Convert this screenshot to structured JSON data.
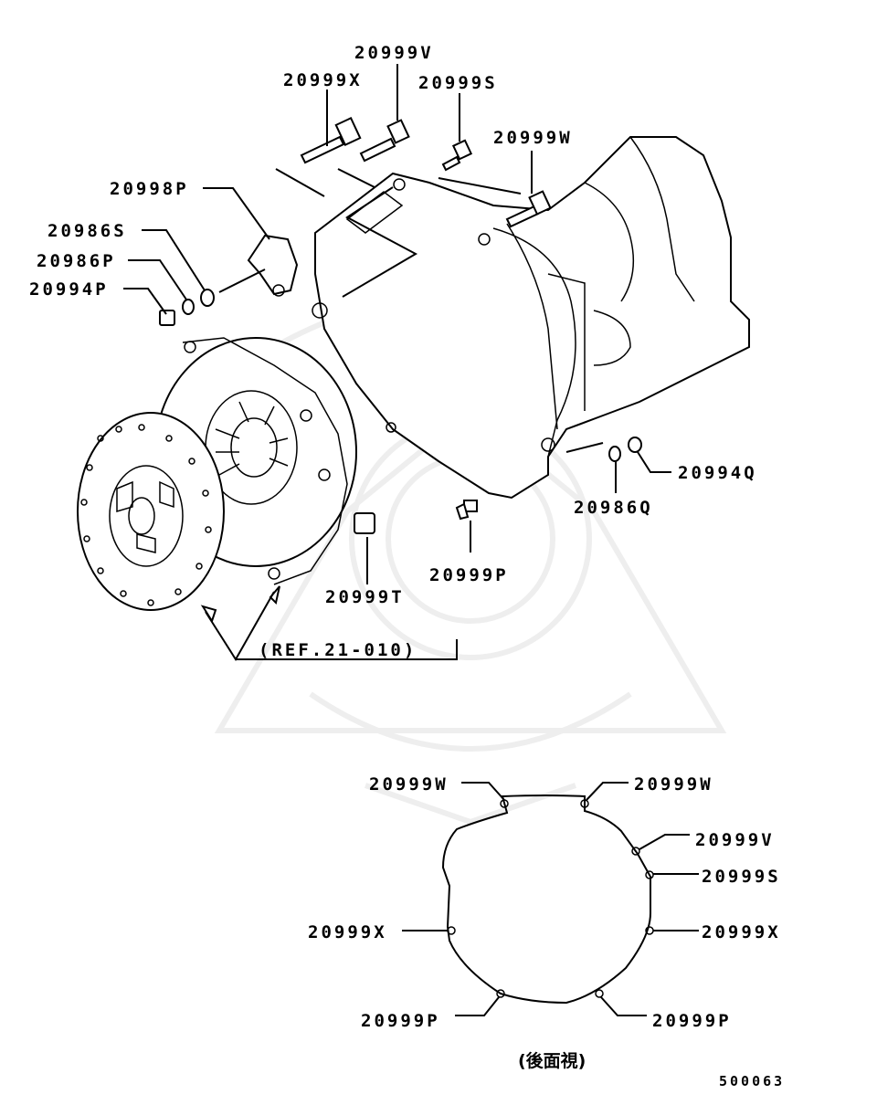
{
  "callouts": {
    "l_20999v": "20999V",
    "l_20999x": "20999X",
    "l_20999s": "20999S",
    "l_20999w": "20999W",
    "l_20998p": "20998P",
    "l_20986s": "20986S",
    "l_20986p": "20986P",
    "l_20994p": "20994P",
    "l_20994q": "20994Q",
    "l_20986q": "20986Q",
    "l_20999p": "20999P",
    "l_20999t": "20999T"
  },
  "reference_note": "(REF.21-010)",
  "rear_view": {
    "w_left": "20999W",
    "w_right": "20999W",
    "v_right": "20999V",
    "s_right": "20999S",
    "x_left": "20999X",
    "x_right": "20999X",
    "p_left": "20999P",
    "p_right": "20999P",
    "caption": "(後面視)"
  },
  "diagram_code": "500063"
}
